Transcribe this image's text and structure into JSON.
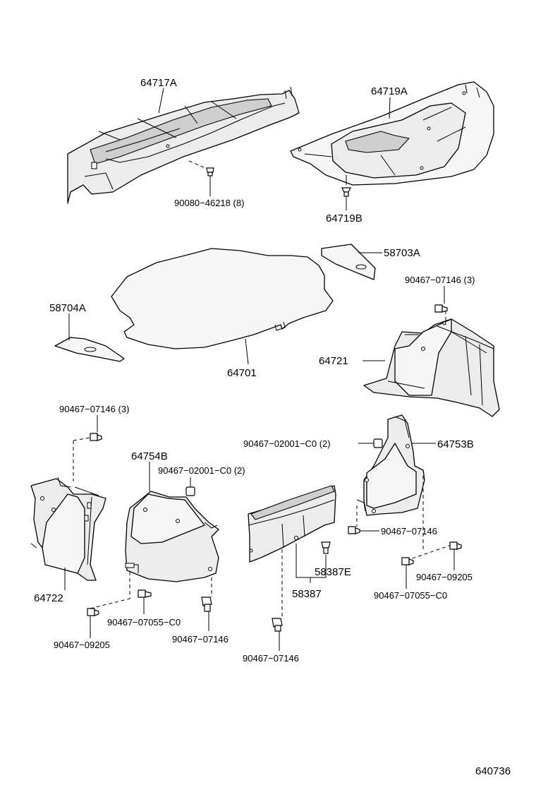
{
  "labels": {
    "p64717A": "64717A",
    "p90080_46218": "90080−46218 (8)",
    "p64719A": "64719A",
    "p64719B": "64719B",
    "p58703A": "58703A",
    "p58704A": "58704A",
    "p64701": "64701",
    "p90467_07146_3_right": "90467−07146 (3)",
    "p64721": "64721",
    "p90467_07146_3_left": "90467−07146 (3)",
    "p64754B": "64754B",
    "p90467_02001_C0_2_left": "90467−02001−C0 (2)",
    "p90467_02001_C0_2_right": "90467−02001−C0 (2)",
    "p64753B": "64753B",
    "p90467_07146_mid_right": "90467−07146",
    "p58387E": "58387E",
    "p58387": "58387",
    "p90467_09205_right": "90467−09205",
    "p90467_07055_C0_right": "90467−07055−C0",
    "p64722": "64722",
    "p90467_07055_C0_left": "90467−07055−C0",
    "p90467_07146_lower_left": "90467−07146",
    "p90467_09205_left": "90467−09205",
    "p90467_07146_bottom_center": "90467−07146",
    "figure_number": "640736"
  }
}
